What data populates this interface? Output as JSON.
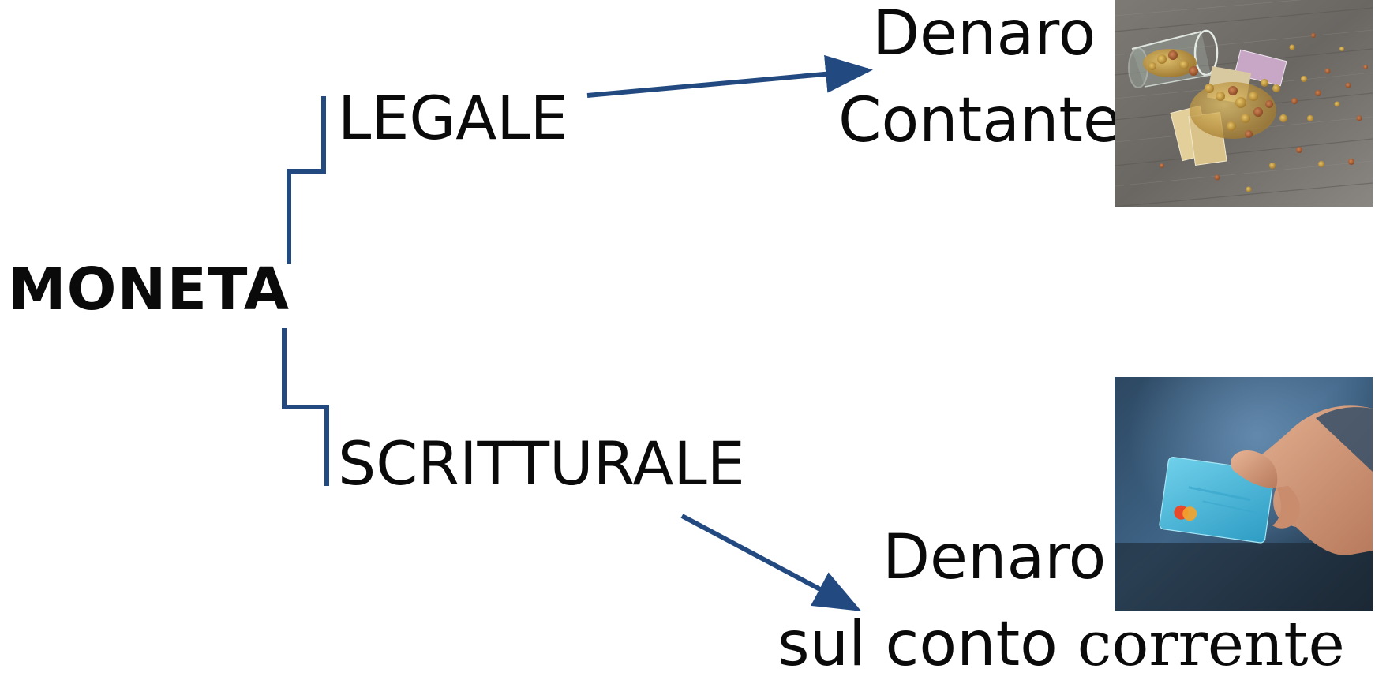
{
  "diagram": {
    "root": {
      "label": "MONETA"
    },
    "branches": [
      {
        "label": "LEGALE"
      },
      {
        "label": "SCRITTURALE"
      }
    ],
    "outcomes": [
      {
        "line1": "Denaro",
        "line2": "Contante",
        "image": "cash-coins-photo"
      },
      {
        "line1": "Denaro",
        "line2_part1": "sul conto ",
        "line2_part2": "corrente",
        "image": "credit-card-photo"
      }
    ],
    "colors": {
      "connector": "#234a80",
      "text": "#0a0a0a"
    }
  }
}
